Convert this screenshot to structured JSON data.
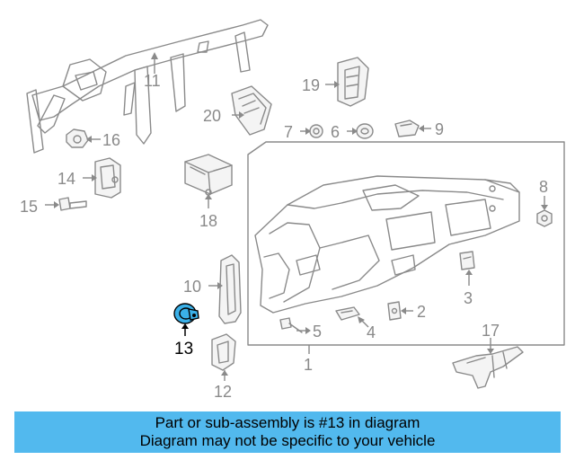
{
  "labels": {
    "p1": "1",
    "p2": "2",
    "p3": "3",
    "p4": "4",
    "p5": "5",
    "p6": "6",
    "p7": "7",
    "p8": "8",
    "p9": "9",
    "p10": "10",
    "p11": "11",
    "p12": "12",
    "p13": "13",
    "p14": "14",
    "p15": "15",
    "p16": "16",
    "p17": "17",
    "p18": "18",
    "p19": "19",
    "p20": "20"
  },
  "highlighted_part": "13",
  "highlight_color": "#3ab0e8",
  "banner": {
    "line1": "Part or sub-assembly is #13 in diagram",
    "line2": "Diagram may not be specific to your vehicle",
    "color": "#52b9ee"
  }
}
